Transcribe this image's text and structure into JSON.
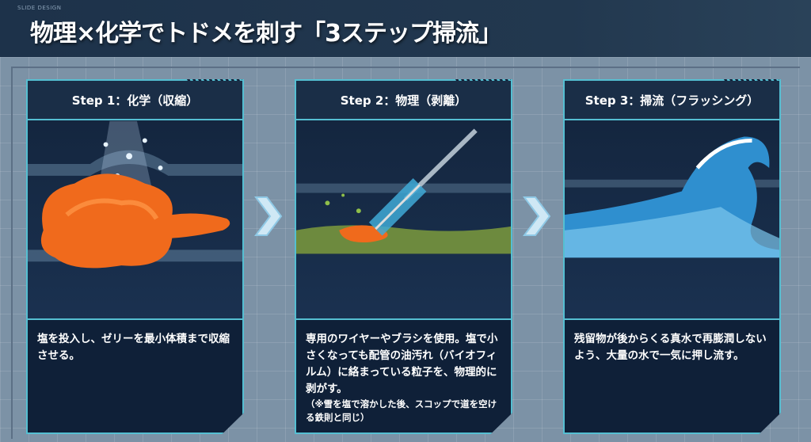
{
  "header": {
    "brand": "SLIDE DESIGN",
    "title": "物理×化学でトドメを刺す「3ステップ掃流」"
  },
  "steps": [
    {
      "title": "Step 1：化学（収縮）",
      "body": "塩を投入し、ゼリーを最小体積まで収縮させる。",
      "image": "salt-on-gel-blob"
    },
    {
      "title": "Step 2：物理（剥離）",
      "body": "専用のワイヤーやブラシを使用。塩で小さくなっても配管の油汚れ（バイオフィルム）に絡まっている粒子を、物理的に剥がす。",
      "note": "（※雪を塩で溶かした後、スコップで道を空ける鉄則と同じ）",
      "image": "brush-scrubbing-pipe"
    },
    {
      "title": "Step 3：掃流（フラッシング）",
      "body": "残留物が後からくる真水で再膨潤しないよう、大量の水で一気に押し流す。",
      "image": "water-wave-flush"
    }
  ],
  "colors": {
    "accent": "#55bfd2",
    "card_bg": "#0f2038",
    "header_bg": "#1d324a"
  }
}
